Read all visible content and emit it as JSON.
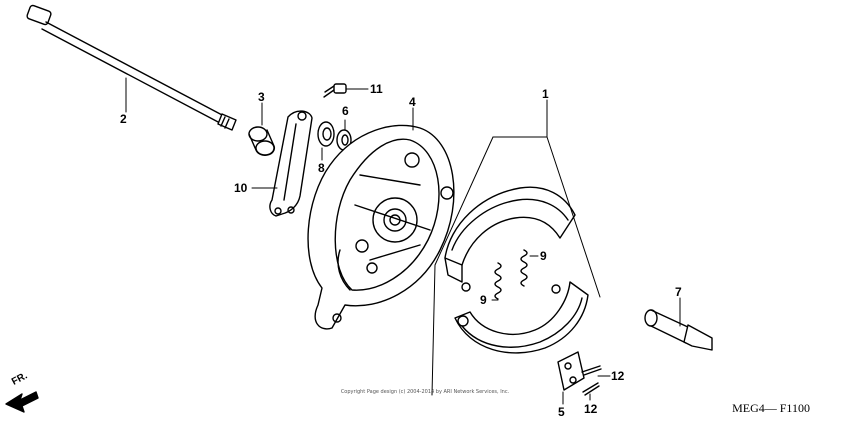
{
  "callouts": [
    {
      "id": "1",
      "label": "1"
    },
    {
      "id": "2",
      "label": "2"
    },
    {
      "id": "3",
      "label": "3"
    },
    {
      "id": "4",
      "label": "4"
    },
    {
      "id": "5",
      "label": "5"
    },
    {
      "id": "6",
      "label": "6"
    },
    {
      "id": "7",
      "label": "7"
    },
    {
      "id": "8",
      "label": "8"
    },
    {
      "id": "9a",
      "label": "9"
    },
    {
      "id": "9b",
      "label": "9"
    },
    {
      "id": "10",
      "label": "10"
    },
    {
      "id": "11",
      "label": "11"
    },
    {
      "id": "12a",
      "label": "12"
    },
    {
      "id": "12b",
      "label": "12"
    }
  ],
  "direction_label": "FR.",
  "diagram_code": "MEG4— F1100",
  "copyright": "Copyright\nPage design (c) 2004-2014 by ARI Network Services, Inc."
}
